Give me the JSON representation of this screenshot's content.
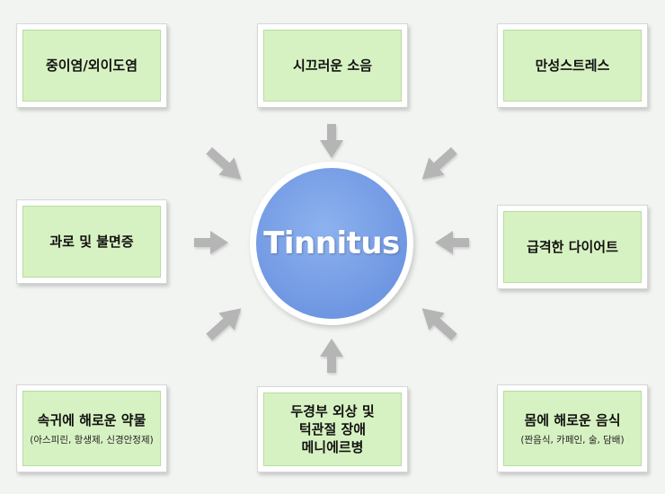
{
  "center": {
    "label": "Tinnitus"
  },
  "causes": {
    "otitis": {
      "label": "중이염/외이도염"
    },
    "noise": {
      "label": "시끄러운 소음"
    },
    "stress": {
      "label": "만성스트레스"
    },
    "fatigue": {
      "label": "과로 및 불면증"
    },
    "diet": {
      "label": "급격한 다이어트"
    },
    "medication": {
      "label": "속귀에 해로운 약물",
      "sub": "(아스피린, 항생제, 신경안정제)"
    },
    "trauma": {
      "label_lines": [
        "두경부 외상 및",
        "턱관절 장애",
        "메니에르병"
      ]
    },
    "food": {
      "label": "몸에 해로운 음식",
      "sub": "(짠음식, 카페인, 술, 담배)"
    }
  },
  "colors": {
    "box_fill": "#d7f2c2",
    "center_fill": "#7aa2e8",
    "arrow": "#b5b5b5"
  }
}
